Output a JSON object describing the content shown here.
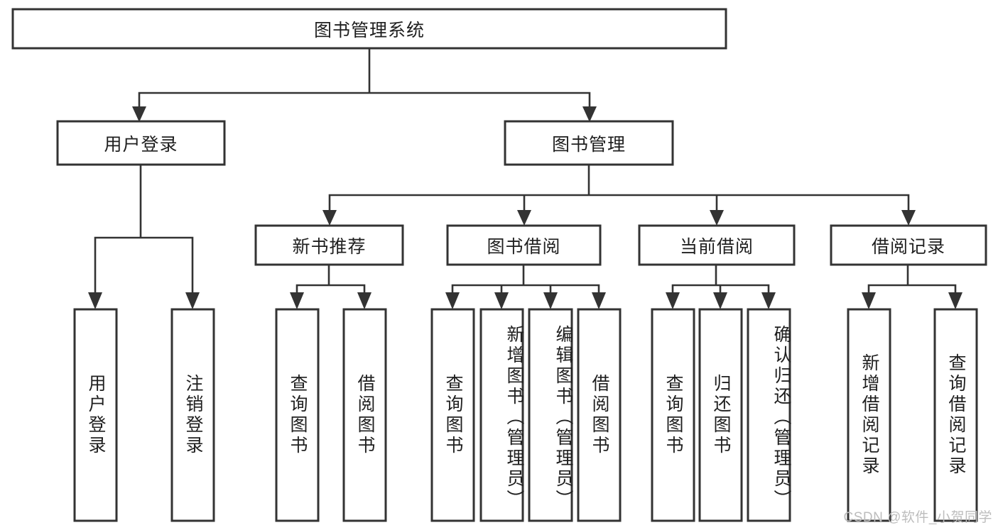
{
  "diagram": {
    "type": "hierarchy-tree",
    "title": "图书管理系统",
    "watermark": "CSDN @软件_小贺同学",
    "colors": {
      "background": "#ffffff",
      "stroke": "#333333",
      "box_fill": "#ffffff",
      "text": "#1f1f1f",
      "watermark": "#bdbdbd"
    },
    "nodes": {
      "root": {
        "label": "图书管理系统",
        "orientation": "horizontal"
      },
      "level2": [
        {
          "label": "用户登录",
          "orientation": "horizontal"
        },
        {
          "label": "图书管理",
          "orientation": "horizontal"
        }
      ],
      "level3": [
        {
          "label": "新书推荐",
          "orientation": "horizontal"
        },
        {
          "label": "图书借阅",
          "orientation": "horizontal"
        },
        {
          "label": "当前借阅",
          "orientation": "horizontal"
        },
        {
          "label": "借阅记录",
          "orientation": "horizontal"
        }
      ],
      "leaves": {
        "user_login": [
          {
            "label": "用户登录",
            "orientation": "vertical"
          },
          {
            "label": "注销登录",
            "orientation": "vertical"
          }
        ],
        "new_book_recommend": [
          {
            "label": "查询图书",
            "orientation": "vertical"
          },
          {
            "label": "借阅图书",
            "orientation": "vertical"
          }
        ],
        "book_borrow": [
          {
            "label": "查询图书",
            "orientation": "vertical"
          },
          {
            "label": "新增图书（管理员）",
            "orientation": "vertical"
          },
          {
            "label": "编辑图书（管理员）",
            "orientation": "vertical"
          },
          {
            "label": "借阅图书",
            "orientation": "vertical"
          }
        ],
        "current_borrow": [
          {
            "label": "查询图书",
            "orientation": "vertical"
          },
          {
            "label": "归还图书",
            "orientation": "vertical"
          },
          {
            "label": "确认归还（管理员）",
            "orientation": "vertical"
          }
        ],
        "borrow_record": [
          {
            "label": "新增借阅记录",
            "orientation": "vertical"
          },
          {
            "label": "查询借阅记录",
            "orientation": "vertical"
          }
        ]
      }
    }
  }
}
